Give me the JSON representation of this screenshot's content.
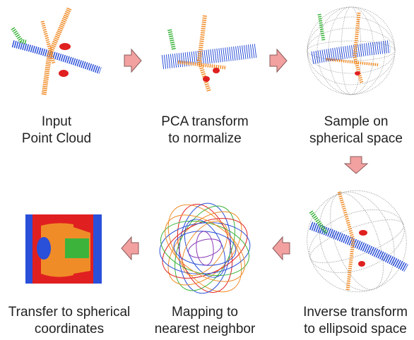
{
  "steps": [
    {
      "line1": "Input",
      "line2": "Point Cloud"
    },
    {
      "line1": "PCA transform",
      "line2": "to normalize"
    },
    {
      "line1": "Sample on",
      "line2": "spherical space"
    },
    {
      "line1": "Inverse transform",
      "line2": "to ellipsoid space"
    },
    {
      "line1": "Mapping to",
      "line2": "nearest neighbor"
    },
    {
      "line1": "Transfer to spherical",
      "line2": "coordinates"
    }
  ],
  "colors": {
    "arrow_fill": "#f2a0a0",
    "arrow_stroke": "#8a5a5a",
    "body_blue": "#2a4fd8",
    "wing_orange": "#f08c28",
    "tail_green": "#3cb43c",
    "engine_red": "#e02020",
    "sphere_gray": "#8a8a8a"
  }
}
